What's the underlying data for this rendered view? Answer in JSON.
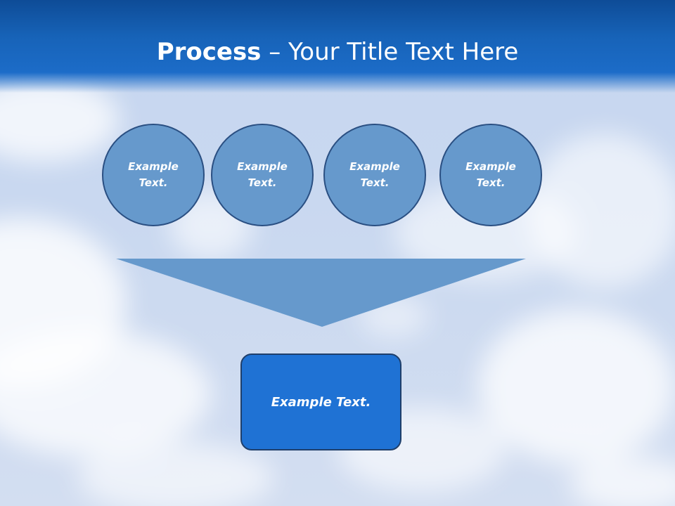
{
  "slide": {
    "title_bold": "Process",
    "title_rest": " – Your Title Text Here",
    "steps": [
      {
        "label": "Example\nText."
      },
      {
        "label": "Example\nText."
      },
      {
        "label": "Example\nText."
      },
      {
        "label": "Example\nText."
      }
    ],
    "result": {
      "label": "Example Text."
    }
  },
  "colors": {
    "header": "#1763b8",
    "circle_fill": "#6699cc",
    "circle_border": "#2a4f82",
    "funnel": "#6699cc",
    "result_fill": "#1f72d4",
    "result_border": "#1f3f6b"
  }
}
